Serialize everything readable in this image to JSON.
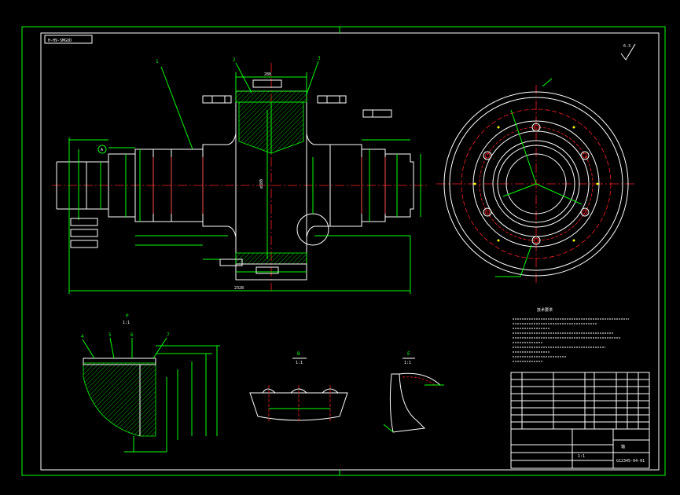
{
  "drawing": {
    "top_stamp": "H-H9-SMGUD",
    "title_block": {
      "drawing_number": "G12345-04-01",
      "part_name": "轴",
      "scale": "1:1"
    },
    "views": {
      "detail_p": {
        "label": "P",
        "scale": "1:1"
      },
      "section_b": {
        "label": "B",
        "scale": "1:1"
      },
      "detail_e": {
        "label": "E",
        "scale": "1:1"
      }
    },
    "dimensions": {
      "overall_length": "2328",
      "hub_length": "280",
      "bore_dia": "ø380",
      "balloon_1": "1",
      "balloon_2": "2",
      "balloon_3": "3",
      "balloon_4": "4",
      "balloon_5": "5",
      "balloon_6": "6",
      "balloon_7": "7",
      "roughness": "6.3"
    },
    "notes_title": "技术要求"
  }
}
